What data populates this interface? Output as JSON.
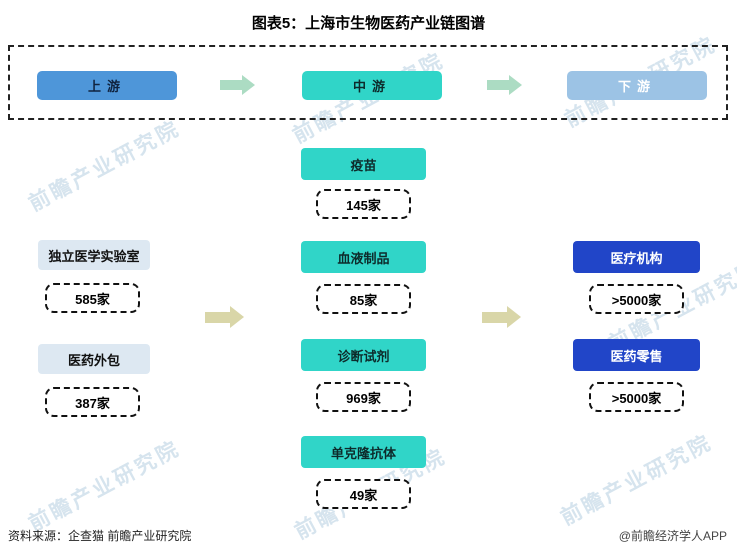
{
  "title": "图表5：上海市生物医药产业链图谱",
  "stages": [
    {
      "label": "上游"
    },
    {
      "label": "中游"
    },
    {
      "label": "下游"
    }
  ],
  "columns": {
    "upstream": [
      {
        "label": "独立医学实验室",
        "count": "585家"
      },
      {
        "label": "医药外包",
        "count": "387家"
      }
    ],
    "midstream": [
      {
        "label": "疫苗",
        "count": "145家"
      },
      {
        "label": "血液制品",
        "count": "85家"
      },
      {
        "label": "诊断试剂",
        "count": "969家"
      },
      {
        "label": "单克隆抗体",
        "count": "49家"
      }
    ],
    "downstream": [
      {
        "label": "医疗机构",
        "count": ">5000家"
      },
      {
        "label": "医药零售",
        "count": ">5000家"
      }
    ]
  },
  "footer": {
    "source": "资料来源：企查猫 前瞻产业研究院",
    "credit": "@前瞻经济学人APP"
  },
  "watermark": "前瞻产业研究院",
  "colors": {
    "upstream_stage": "#4E96D9",
    "midstream_stage": "#30D5C8",
    "downstream_stage": "#9CC3E5",
    "upstream_box": "#DDE8F2",
    "midstream_box": "#30D5C8",
    "downstream_box": "#2145C8",
    "top_arrow": "#ACDCC3",
    "mid_arrow": "#D9D6A8"
  }
}
